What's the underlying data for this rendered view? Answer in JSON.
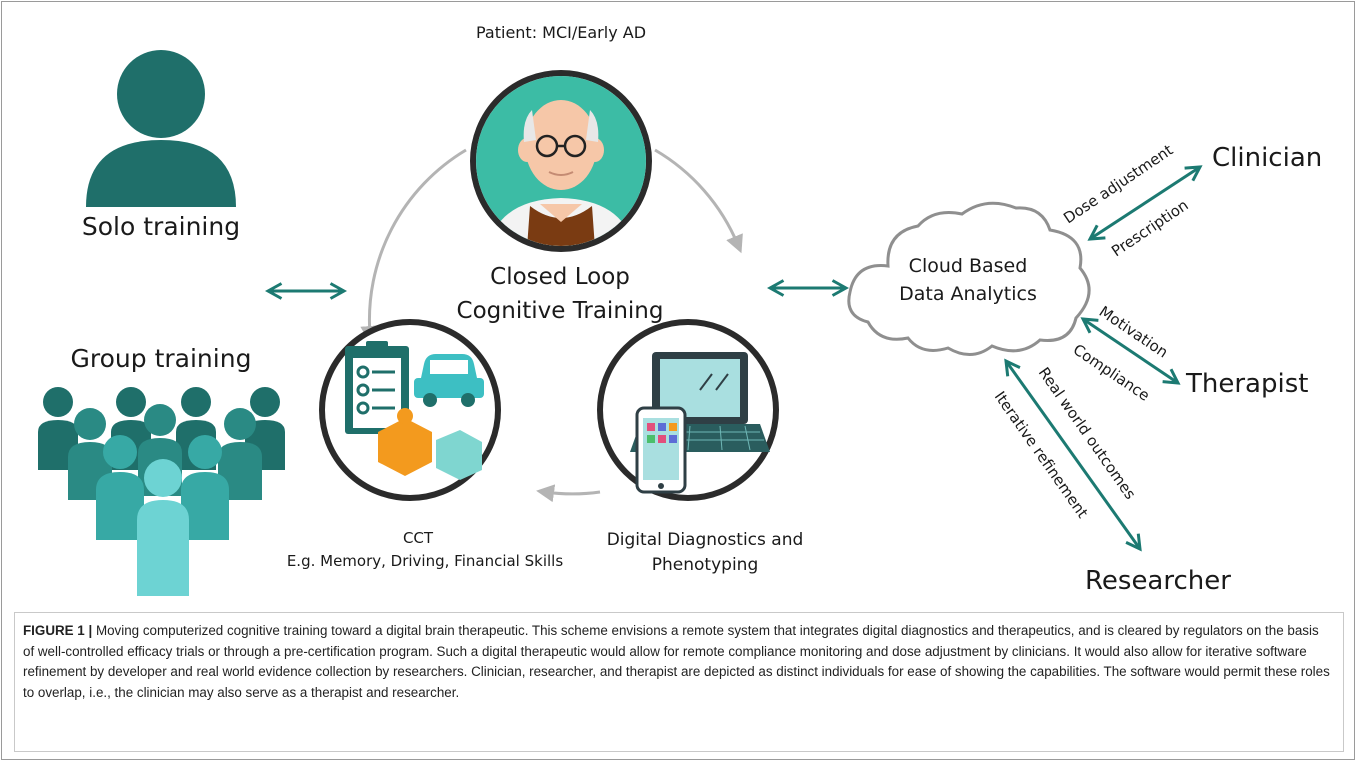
{
  "diagram": {
    "patient_label": "Patient: MCI/Early AD",
    "solo_label": "Solo training",
    "group_label": "Group training",
    "loop_title_line1": "Closed Loop",
    "loop_title_line2": "Cognitive Training",
    "cct_title": "CCT",
    "cct_subtitle": "E.g. Memory, Driving, Financial Skills",
    "diagnostics_line1": "Digital Diagnostics and",
    "diagnostics_line2": "Phenotyping",
    "cloud_line1": "Cloud Based",
    "cloud_line2": "Data Analytics",
    "clinician_label": "Clinician",
    "therapist_label": "Therapist",
    "researcher_label": "Researcher",
    "dose_adjustment": "Dose adjustment",
    "prescription": "Prescription",
    "motivation": "Motivation",
    "compliance": "Compliance",
    "real_world_outcomes": "Real world outcomes",
    "iterative_refinement": "Iterative refinement",
    "colors": {
      "teal_dark": "#1f6f6a",
      "teal_arrow": "#1c7a72",
      "teal_light": "#3dbfa8",
      "loop_gray": "#b4b4b4",
      "patient_bg": "#3cbca5",
      "orange": "#f39a1e"
    }
  },
  "caption": {
    "label": "FIGURE 1 |",
    "text": " Moving computerized cognitive training toward a digital brain therapeutic. This scheme envisions a remote system that integrates digital diagnostics and therapeutics, and is cleared by regulators on the basis of well-controlled efficacy trials or through a pre-certification program. Such a digital therapeutic would allow for remote compliance monitoring and dose adjustment by clinicians. It would also allow for iterative software refinement by developer and real world evidence collection by researchers. Clinician, researcher, and therapist are depicted as distinct individuals for ease of showing the capabilities. The software would permit these roles to overlap, i.e., the clinician may also serve as a therapist and researcher."
  }
}
